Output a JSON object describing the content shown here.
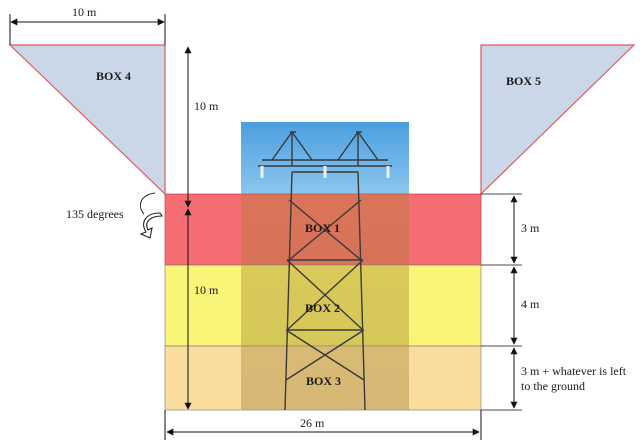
{
  "boxes": {
    "box1": "BOX 1",
    "box2": "BOX 2",
    "box3": "BOX 3",
    "box4": "BOX 4",
    "box5": "BOX 5"
  },
  "dimensions": {
    "top_width": "10 m",
    "funnel_height": "10 m",
    "left_height": "10 m",
    "box1_height": "3 m",
    "box2_height": "4 m",
    "box3_height": "3 m + whatever is left to the ground",
    "bottom_width": "26 m"
  },
  "angle_label": "135 degrees",
  "colors": {
    "box1_fill": "#f2545b",
    "box2_fill": "#f6f35a",
    "box3_fill": "#f8d78e",
    "funnel_fill": "#c9d7e8",
    "funnel_border": "#e05a5a",
    "sky": "#5aa8e0"
  },
  "icons": {
    "tower": "transmission-tower-illustration",
    "angle": "curved-arrow-icon"
  }
}
